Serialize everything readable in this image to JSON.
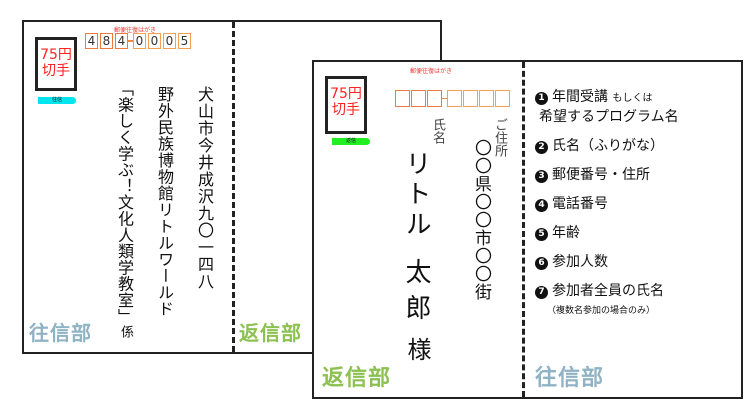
{
  "outgoing": {
    "header": "郵便往復はがき",
    "stamp": [
      "75円",
      "切手"
    ],
    "tag": "往信",
    "zip": [
      "4",
      "8",
      "4",
      "0",
      "0",
      "0",
      "5"
    ],
    "address": "犬山市今井成沢九〇一四八",
    "org": "野外民族博物館リトルワールド",
    "dept": "「楽しく学ぶ！文化人類学教室」",
    "suffix": "係",
    "part_label": "往信部",
    "return_label": "返信部"
  },
  "reply": {
    "header": "郵便往復はがき",
    "stamp": [
      "75円",
      "切手"
    ],
    "tag": "返信",
    "address_label": "ご住所",
    "name_label": "氏名",
    "address": "〇〇県〇〇市〇〇街",
    "name_line1": "リトル",
    "name_line2": "太郎",
    "honorific": "様",
    "part_label": "返信部",
    "outgoing_label": "往信部",
    "items": [
      {
        "n": "1",
        "text": "年間受講",
        "small": "もしくは",
        "line2": "希望するプログラム名"
      },
      {
        "n": "2",
        "text": "氏名（ふりがな）"
      },
      {
        "n": "3",
        "text": "郵便番号・住所"
      },
      {
        "n": "4",
        "text": "電話番号"
      },
      {
        "n": "5",
        "text": "年齢"
      },
      {
        "n": "6",
        "text": "参加人数"
      },
      {
        "n": "7",
        "text": "参加者全員の氏名",
        "note": "（複数名参加の場合のみ）"
      }
    ]
  },
  "colors": {
    "stamp": "#ff2222",
    "zip": "#f08a3c",
    "outgoing_tag": "#00e5ee",
    "reply_tag": "#22ee22",
    "outgoing_part": "#8fb3c4",
    "reply_part": "#8cc152"
  }
}
